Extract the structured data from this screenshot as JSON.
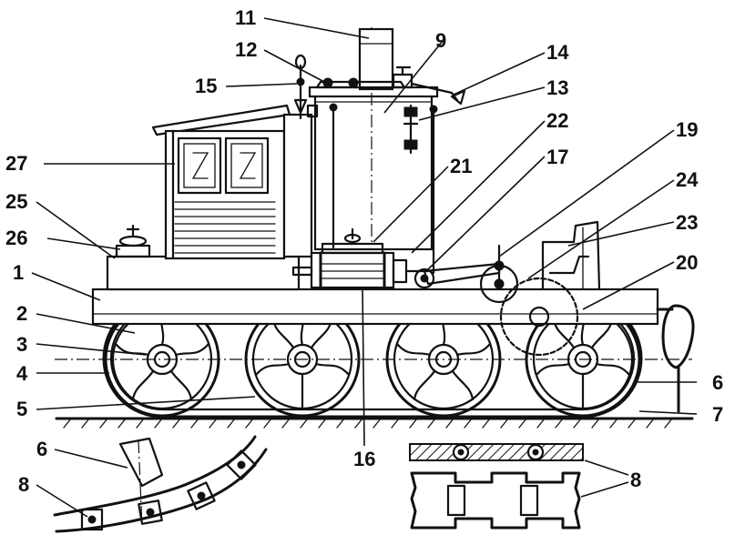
{
  "labels": [
    {
      "id": "n11",
      "text": "11"
    },
    {
      "id": "n12",
      "text": "12"
    },
    {
      "id": "n9",
      "text": "9"
    },
    {
      "id": "n14",
      "text": "14"
    },
    {
      "id": "n15",
      "text": "15"
    },
    {
      "id": "n13",
      "text": "13"
    },
    {
      "id": "n22",
      "text": "22"
    },
    {
      "id": "n19",
      "text": "19"
    },
    {
      "id": "n17",
      "text": "17"
    },
    {
      "id": "n27",
      "text": "27"
    },
    {
      "id": "n21",
      "text": "21"
    },
    {
      "id": "n24",
      "text": "24"
    },
    {
      "id": "n25",
      "text": "25"
    },
    {
      "id": "n23",
      "text": "23"
    },
    {
      "id": "n26",
      "text": "26"
    },
    {
      "id": "n1",
      "text": "1"
    },
    {
      "id": "n20",
      "text": "20"
    },
    {
      "id": "n2",
      "text": "2"
    },
    {
      "id": "n3",
      "text": "3"
    },
    {
      "id": "n4",
      "text": "4"
    },
    {
      "id": "n6r",
      "text": "6"
    },
    {
      "id": "n5",
      "text": "5"
    },
    {
      "id": "n7",
      "text": "7"
    },
    {
      "id": "n6l",
      "text": "6"
    },
    {
      "id": "n16",
      "text": "16"
    },
    {
      "id": "n8r",
      "text": "8"
    },
    {
      "id": "n8l",
      "text": "8"
    }
  ],
  "colors": {
    "ink": "#111111",
    "paper": "#ffffff"
  }
}
